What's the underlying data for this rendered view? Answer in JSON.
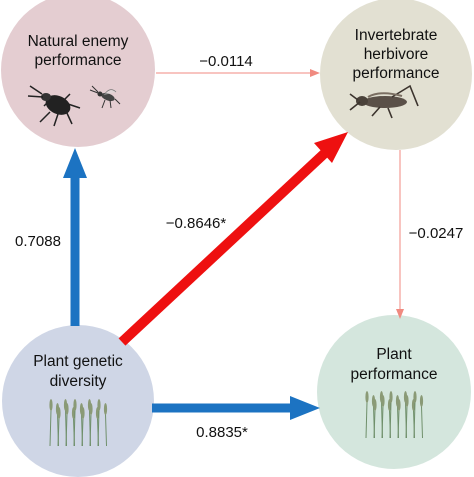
{
  "nodes": {
    "natural_enemy": {
      "line1": "Natural enemy",
      "line2": "performance",
      "fill": "#e4cdd1"
    },
    "invertebrate_herbivore": {
      "line1": "Invertebrate",
      "line2": "herbivore",
      "line3": "performance",
      "fill": "#e2e0d2"
    },
    "plant_genetic_diversity": {
      "line1": "Plant genetic",
      "line2": "diversity",
      "fill": "#cfd6e6"
    },
    "plant_performance": {
      "line1": "Plant",
      "line2": "performance",
      "fill": "#d4e6dd"
    }
  },
  "edges": {
    "enemy_to_herbivore": {
      "label": "−0.0114",
      "color": "#f08a80"
    },
    "herbivore_to_plant": {
      "label": "−0.0247",
      "color": "#f08a80"
    },
    "diversity_to_enemy": {
      "label": "0.7088",
      "color": "#1c73c2"
    },
    "diversity_to_herbivore": {
      "label": "−0.8646*",
      "color": "#ee1010"
    },
    "diversity_to_plant": {
      "label": "0.8835*",
      "color": "#1c73c2"
    }
  }
}
